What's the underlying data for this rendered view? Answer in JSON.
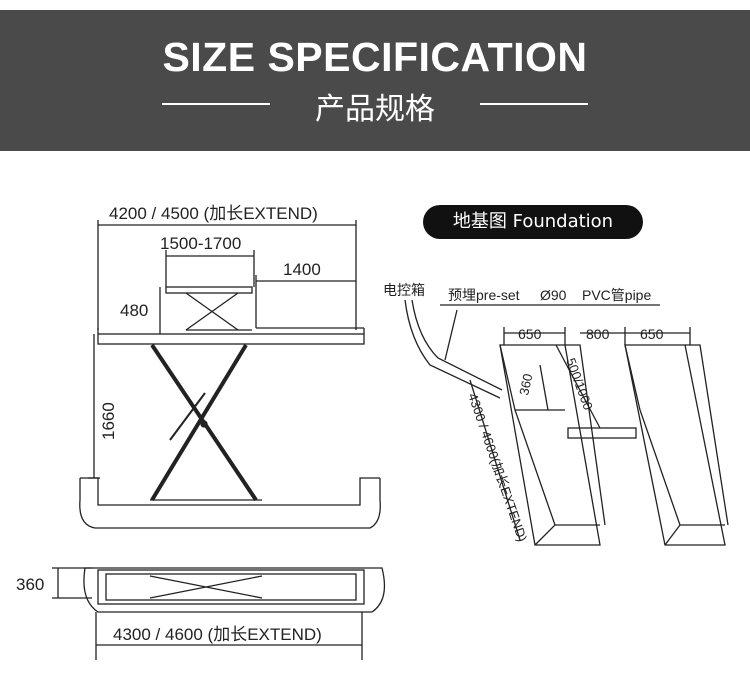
{
  "header": {
    "title": "SIZE SPECIFICATION",
    "subtitle": "产品规格"
  },
  "side_view": {
    "overall_length": "4200 / 4500 (加长EXTEND)",
    "platform_span": "1500-1700",
    "extension": "1400",
    "lift_height": "480",
    "max_height": "1660"
  },
  "top_view": {
    "thickness": "360",
    "overall_length": "4300 / 4600 (加长EXTEND)"
  },
  "foundation": {
    "title": "地基图 Foundation",
    "control_box": "电控箱",
    "pipe_note": "预埋pre-set",
    "pipe_diameter": "Ø90",
    "pipe_type": "PVC管pipe",
    "pit_width_left": "650",
    "pit_gap": "800",
    "pit_width_right": "650",
    "pit_depth": "360",
    "pipe_depth": "500/1000",
    "pit_length": "4300 / 4600(加长EXTEND)"
  },
  "colors": {
    "banner": "#4a4a4a",
    "ink": "#222222"
  }
}
